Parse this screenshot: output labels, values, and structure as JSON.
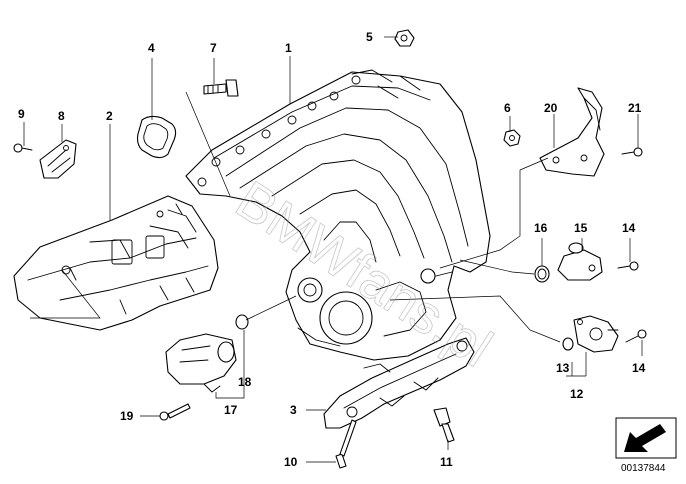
{
  "diagram": {
    "callouts": [
      "1",
      "2",
      "3",
      "4",
      "5",
      "6",
      "7",
      "8",
      "9",
      "10",
      "11",
      "12",
      "13",
      "14",
      "14",
      "15",
      "16",
      "17",
      "18",
      "19",
      "20",
      "21"
    ],
    "watermark": "BMWfans.pl",
    "document_number": "00137844"
  }
}
